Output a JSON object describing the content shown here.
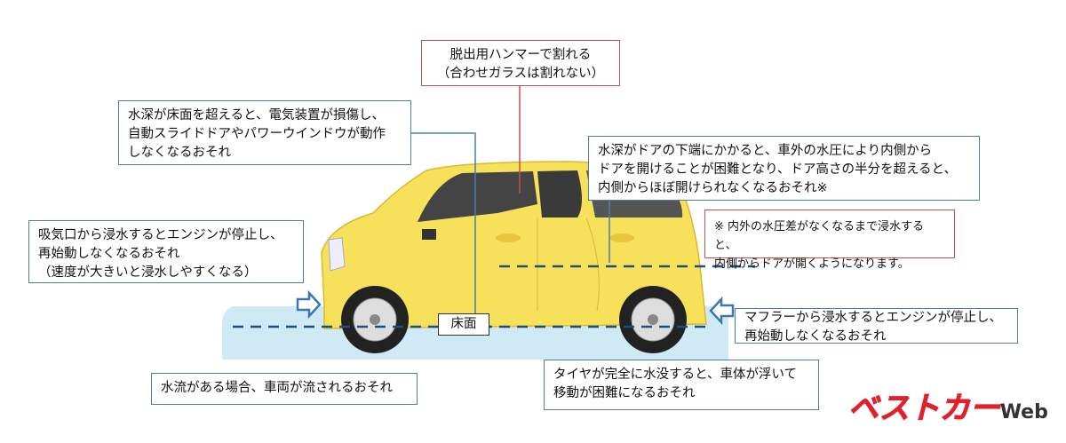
{
  "callouts": {
    "hammer": "脱出用ハンマーで割れる\n（合わせガラスは割れない）",
    "electrical": "水深が床面を超えると、電気装置が損傷し、\n自動スライドドアやパワーウインドウが動作\nしなくなるおそれ",
    "door": "水深がドアの下端にかかると、車外の水圧により内側から\nドアを開けることが困難となり、ドア高さの半分を超えると、\n内側からほぼ開けられなくなるおそれ※",
    "note": "※  内外の水圧差がなくなるまで浸水すると、\n      内側からドアが開くようになります。",
    "intake": "吸気口から浸水するとエンジンが停止し、\n再始動しなくなるおそれ\n（速度が大きいと浸水しやすくなる）",
    "floor": "床面",
    "muffler": "マフラーから浸水するとエンジンが停止し、\n再始動しなくなるおそれ",
    "current": "水流がある場合、車両が流されるおそれ",
    "tire": "タイヤが完全に水没すると、車体が浮いて\n移動が困難になるおそれ"
  },
  "logo": {
    "text": "ベストカー",
    "suffix": "Web"
  },
  "colors": {
    "car": "#f7e15a",
    "water": "#cfe9f5",
    "border_blue": "#4a7fa6",
    "border_red": "#c0504d",
    "logo": "#e0202a"
  }
}
